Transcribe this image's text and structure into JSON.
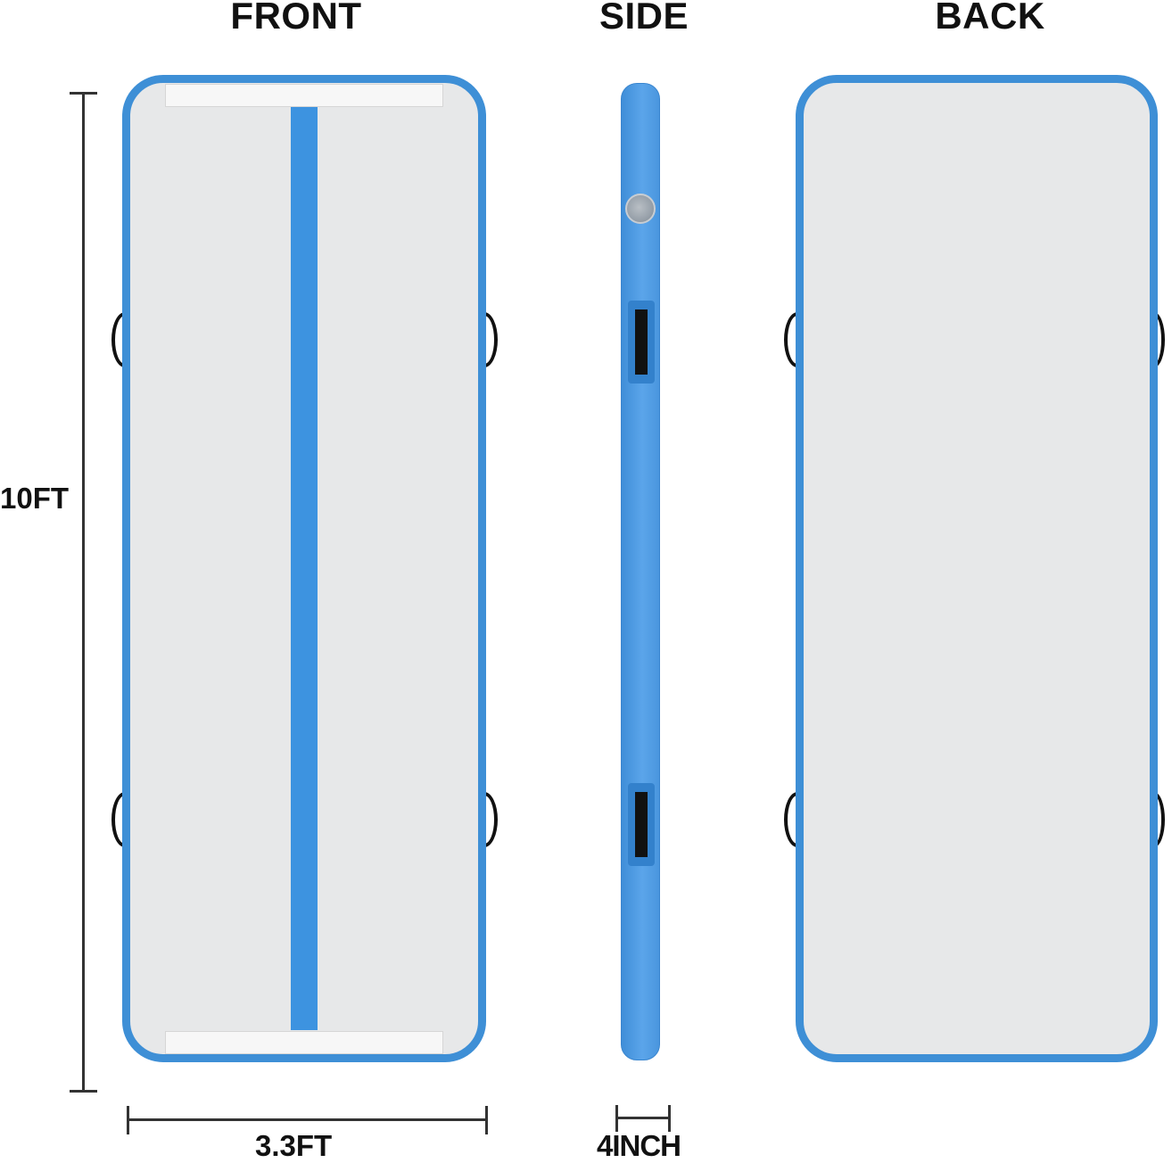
{
  "views": {
    "front": {
      "title": "FRONT"
    },
    "side": {
      "title": "SIDE"
    },
    "back": {
      "title": "BACK"
    }
  },
  "dimensions": {
    "length": "10FT",
    "width": "3.3FT",
    "thickness": "4INCH"
  },
  "colors": {
    "mat_border": "#3e8fd6",
    "mat_surface": "#e7e8e9",
    "center_stripe": "#3d93e0",
    "end_strip": "#f7f7f7",
    "handle": "#111111",
    "side_body": "#4f9be2",
    "valve": "#9ea6ae"
  },
  "icons": {
    "valve": "air-valve-icon",
    "handle": "carry-handle-icon"
  }
}
